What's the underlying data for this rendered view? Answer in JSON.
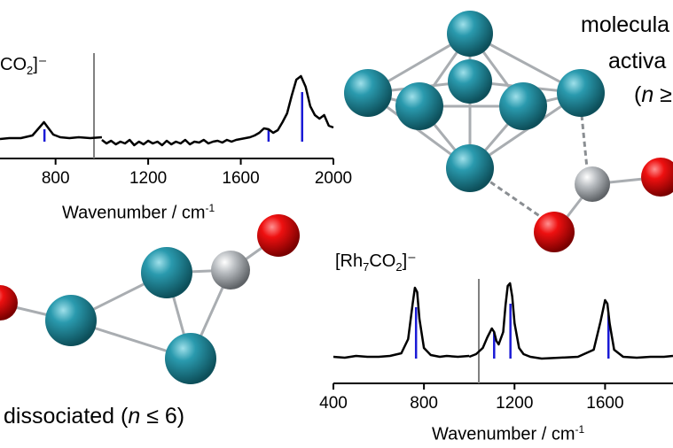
{
  "colors": {
    "rh": "#1f8fa1",
    "o": "#e00000",
    "c": "#a8acb0",
    "stick": "#1a1ad6",
    "line": "#000000"
  },
  "labels": {
    "top_right": [
      "molecula",
      "activa",
      "(",
      "n",
      " ≥"
    ],
    "bottom_left": [
      "dissociated (",
      "n",
      " ≤ 6)"
    ],
    "top_spectrum_formula": "CO",
    "top_spectrum_sub": "2",
    "top_spectrum_sup": "]⁻",
    "bottom_spectrum_formula_a": "[Rh",
    "bottom_spectrum_sub1": "7",
    "bottom_spectrum_formula_b": "CO",
    "bottom_spectrum_sub2": "2",
    "bottom_spectrum_sup": "]⁻"
  },
  "chart_data": [
    {
      "type": "line",
      "title": "",
      "xlabel": "Wavenumber / cm-1",
      "xlabel_main": "Wavenumber / cm",
      "xlabel_sup": "-1",
      "xlim": [
        560,
        2000
      ],
      "x_ticks": [
        800,
        1200,
        1600,
        2000
      ],
      "x_tick_labels": [
        "800",
        "1200",
        "1600",
        "2000"
      ],
      "break_at": 1000,
      "series": [
        {
          "x": [
            560,
            600,
            650,
            700,
            730,
            750,
            770,
            790,
            820,
            860,
            900,
            950,
            1000
          ],
          "y": [
            0.03,
            0.04,
            0.04,
            0.07,
            0.16,
            0.22,
            0.15,
            0.08,
            0.05,
            0.04,
            0.05,
            0.04,
            0.05
          ]
        },
        {
          "x": [
            1000,
            1020,
            1040,
            1060,
            1080,
            1100,
            1120,
            1140,
            1160,
            1180,
            1200,
            1220,
            1240,
            1260,
            1280,
            1300,
            1320,
            1340,
            1360,
            1380,
            1400,
            1420,
            1440,
            1460,
            1480,
            1500,
            1520,
            1540,
            1560,
            1580,
            1600,
            1620,
            1640,
            1660,
            1680,
            1700,
            1720,
            1740,
            1760,
            1780,
            1800,
            1820,
            1840,
            1860,
            1880,
            1900,
            1920,
            1940,
            1960,
            1980,
            2000
          ],
          "y": [
            0.02,
            -0.02,
            0.01,
            -0.03,
            0.0,
            -0.02,
            0.02,
            -0.04,
            0.0,
            -0.03,
            0.01,
            -0.02,
            0.0,
            -0.04,
            0.01,
            -0.03,
            0.0,
            -0.02,
            0.02,
            -0.03,
            0.0,
            -0.01,
            0.02,
            -0.02,
            0.0,
            0.01,
            -0.01,
            0.02,
            0.0,
            0.02,
            0.03,
            0.04,
            0.05,
            0.07,
            0.1,
            0.15,
            0.14,
            0.1,
            0.13,
            0.22,
            0.32,
            0.52,
            0.7,
            0.74,
            0.62,
            0.4,
            0.3,
            0.26,
            0.3,
            0.18,
            0.16
          ]
        }
      ],
      "sticks": [
        {
          "x": 752,
          "h": 0.14
        },
        {
          "x": 1720,
          "h": 0.13
        },
        {
          "x": 1865,
          "h": 0.56
        }
      ]
    },
    {
      "type": "line",
      "title": "",
      "xlabel": "Wavenumber / cm-1",
      "xlabel_main": "Wavenumber / cm",
      "xlabel_sup": "-1",
      "xlim": [
        400,
        1900
      ],
      "x_ticks": [
        400,
        800,
        1200,
        1600
      ],
      "x_tick_labels": [
        "400",
        "800",
        "1200",
        "1600"
      ],
      "break_at": 1000,
      "series": [
        {
          "x": [
            400,
            450,
            500,
            550,
            600,
            650,
            700,
            730,
            750,
            760,
            770,
            780,
            800,
            830,
            870,
            900,
            950,
            1000
          ],
          "y": [
            0.02,
            0.01,
            0.03,
            0.02,
            0.02,
            0.03,
            0.06,
            0.22,
            0.62,
            0.8,
            0.75,
            0.45,
            0.12,
            0.04,
            0.02,
            0.03,
            0.02,
            0.03
          ]
        },
        {
          "x": [
            1000,
            1030,
            1060,
            1080,
            1100,
            1110,
            1120,
            1130,
            1150,
            1160,
            1170,
            1180,
            1190,
            1200,
            1220,
            1240,
            1270,
            1320,
            1400,
            1480,
            1550,
            1580,
            1600,
            1610,
            1620,
            1640,
            1680,
            1740,
            1800,
            1860,
            1900
          ],
          "y": [
            0.02,
            0.05,
            0.12,
            0.24,
            0.34,
            0.3,
            0.2,
            0.16,
            0.3,
            0.6,
            0.82,
            0.85,
            0.7,
            0.4,
            0.12,
            0.05,
            0.02,
            0.0,
            0.01,
            0.02,
            0.1,
            0.42,
            0.66,
            0.62,
            0.4,
            0.1,
            0.02,
            0.01,
            0.02,
            0.02,
            0.03
          ]
        }
      ],
      "sticks": [
        {
          "x": 765,
          "h": 0.58
        },
        {
          "x": 1110,
          "h": 0.3
        },
        {
          "x": 1182,
          "h": 0.62
        },
        {
          "x": 1615,
          "h": 0.52
        }
      ]
    }
  ]
}
